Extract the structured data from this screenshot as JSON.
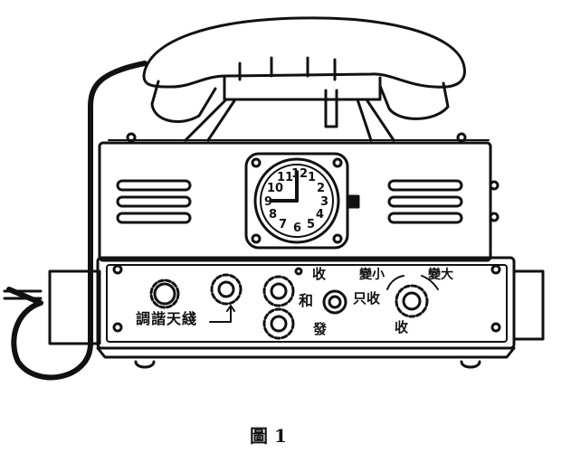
{
  "labels": {
    "antenna": "調諧天綫",
    "receive_top": "收",
    "and": "和",
    "send": "發",
    "only_receive": "只收",
    "smaller": "變小",
    "larger": "變大",
    "receive_bottom": "收"
  },
  "clock_numbers": [
    "12",
    "1",
    "2",
    "3",
    "4",
    "5",
    "6",
    "7",
    "8",
    "9",
    "10",
    "11"
  ],
  "caption": "圖 1"
}
